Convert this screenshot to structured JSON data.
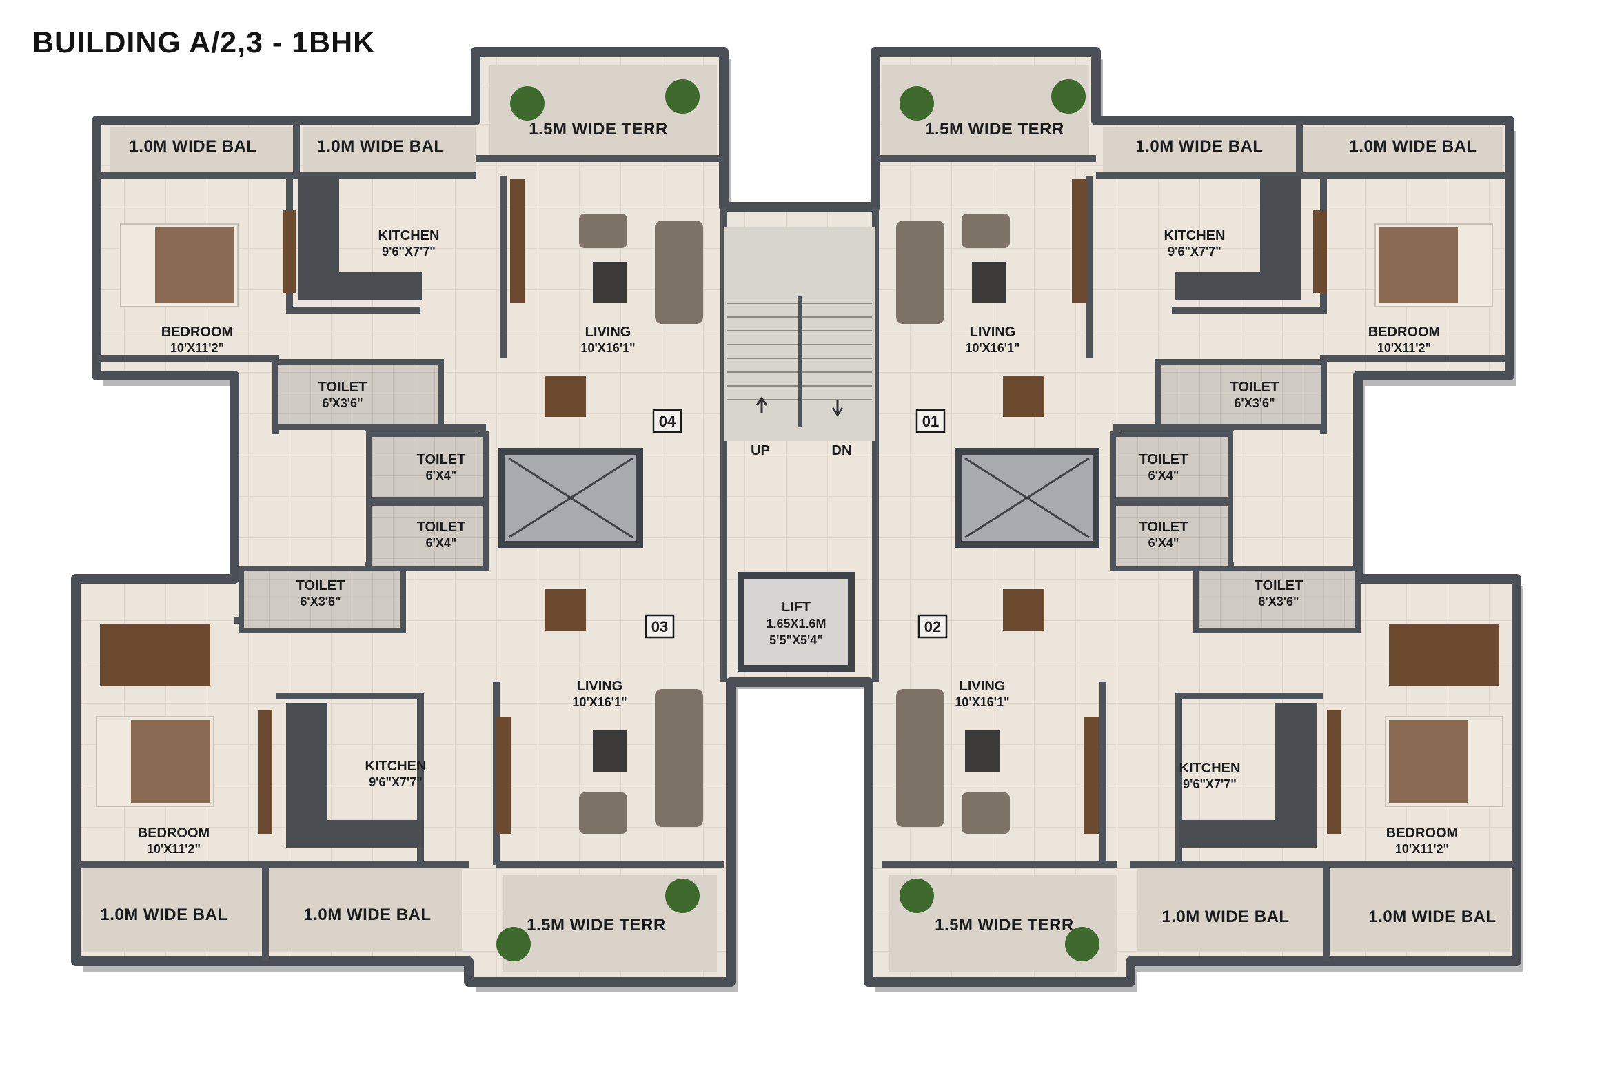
{
  "title": "BUILDING A/2,3 - 1BHK",
  "colors": {
    "wall": "#5a6068",
    "wall_dark": "#3e434a",
    "wall_shadow": "#8d8f92",
    "floor": "#e9e2d8",
    "floor_room": "#ece6dd",
    "balcony_floor": "#d8d2c8",
    "kitchen_counter": "#4a4d52",
    "wood": "#6b4a30",
    "sofa": "#7d7268",
    "bed": "#efe9e0",
    "blanket": "#8a6a52",
    "toilet_floor": "#cfcac3",
    "lift": "#9a9ea3",
    "stair": "#b9b6b0",
    "plant": "#3f6a2e"
  },
  "units": [
    {
      "number": "04",
      "terrace": "1.5M WIDE TERR",
      "balcony_1": "1.0M WIDE BAL",
      "balcony_2": "1.0M WIDE BAL",
      "kitchen": {
        "name": "KITCHEN",
        "dim": "9'6\"X7'7\""
      },
      "bedroom": {
        "name": "BEDROOM",
        "dim": "10'X11'2\""
      },
      "living": {
        "name": "LIVING",
        "dim": "10'X16'1\""
      },
      "toilet_a": {
        "name": "TOILET",
        "dim": "6'X3'6\""
      },
      "toilet_b": {
        "name": "TOILET",
        "dim": "6'X4\""
      }
    },
    {
      "number": "01",
      "terrace": "1.5M WIDE TERR",
      "balcony_1": "1.0M WIDE BAL",
      "balcony_2": "1.0M WIDE BAL",
      "kitchen": {
        "name": "KITCHEN",
        "dim": "9'6\"X7'7\""
      },
      "bedroom": {
        "name": "BEDROOM",
        "dim": "10'X11'2\""
      },
      "living": {
        "name": "LIVING",
        "dim": "10'X16'1\""
      },
      "toilet_a": {
        "name": "TOILET",
        "dim": "6'X3'6\""
      },
      "toilet_b": {
        "name": "TOILET",
        "dim": "6'X4\""
      }
    },
    {
      "number": "03",
      "terrace": "1.5M WIDE TERR",
      "balcony_1": "1.0M WIDE BAL",
      "balcony_2": "1.0M WIDE BAL",
      "kitchen": {
        "name": "KITCHEN",
        "dim": "9'6\"X7'7\""
      },
      "bedroom": {
        "name": "BEDROOM",
        "dim": "10'X11'2\""
      },
      "living": {
        "name": "LIVING",
        "dim": "10'X16'1\""
      },
      "toilet_a": {
        "name": "TOILET",
        "dim": "6'X3'6\""
      },
      "toilet_b": {
        "name": "TOILET",
        "dim": "6'X4\""
      }
    },
    {
      "number": "02",
      "terrace": "1.5M WIDE TERR",
      "balcony_1": "1.0M WIDE BAL",
      "balcony_2": "1.0M WIDE BAL",
      "kitchen": {
        "name": "KITCHEN",
        "dim": "9'6\"X7'7\""
      },
      "bedroom": {
        "name": "BEDROOM",
        "dim": "10'X11'2\""
      },
      "living": {
        "name": "LIVING",
        "dim": "10'X16'1\""
      },
      "toilet_a": {
        "name": "TOILET",
        "dim": "6'X3'6\""
      },
      "toilet_b": {
        "name": "TOILET",
        "dim": "6'X4\""
      }
    }
  ],
  "core": {
    "stair_up": "UP",
    "stair_down": "DN",
    "lift_name": "LIFT",
    "lift_dim_m": "1.65X1.6M",
    "lift_dim_ft": "5'5\"X5'4\""
  }
}
